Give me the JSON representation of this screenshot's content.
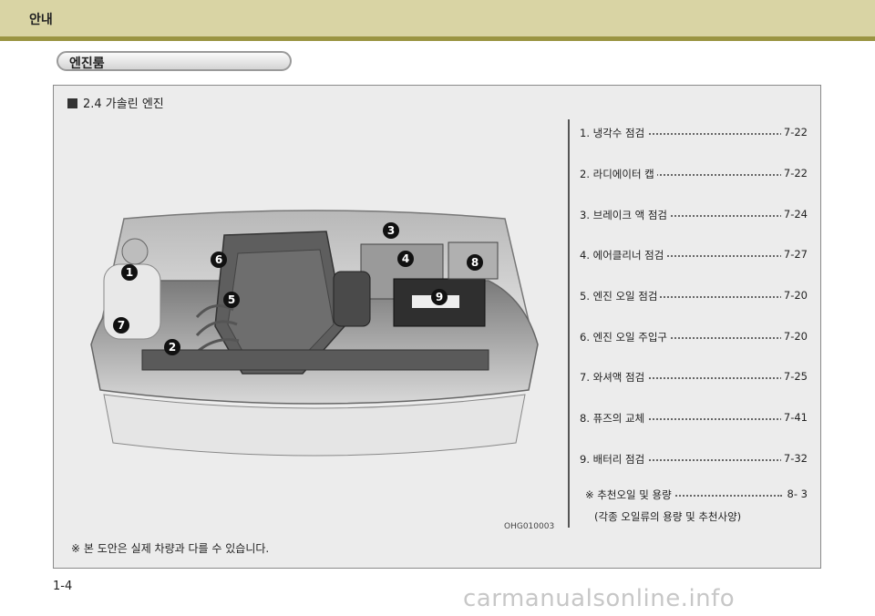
{
  "header": {
    "title": "안내"
  },
  "section": {
    "title": "엔진룸"
  },
  "panel": {
    "subheading": "2.4 가솔린 엔진",
    "image_code": "OHG010003",
    "callouts": [
      "1",
      "2",
      "3",
      "4",
      "5",
      "6",
      "7",
      "8",
      "9"
    ],
    "toc": [
      {
        "label": "1. 냉각수 점검",
        "page": "7-22"
      },
      {
        "label": "2. 라디에이터 캡",
        "page": "7-22"
      },
      {
        "label": "3. 브레이크 액 점검",
        "page": "7-24"
      },
      {
        "label": "4. 에어클리너 점검",
        "page": "7-27"
      },
      {
        "label": "5. 엔진 오일 점검",
        "page": "7-20"
      },
      {
        "label": "6. 엔진 오일 주입구",
        "page": "7-20"
      },
      {
        "label": "7. 와셔액 점검",
        "page": "7-25"
      },
      {
        "label": "8. 퓨즈의 교체",
        "page": "7-41"
      },
      {
        "label": "9. 배터리 점검",
        "page": "7-32"
      }
    ],
    "toc_note": {
      "label": "※ 추천오일 및 용량",
      "page": "8- 3",
      "sub": "(각종 오일류의 용량 및 추천사양)"
    },
    "footnote": "※ 본 도안은 실제 차량과 다를 수 있습니다."
  },
  "page_number": "1-4",
  "watermark": "carmanualsonline.info"
}
